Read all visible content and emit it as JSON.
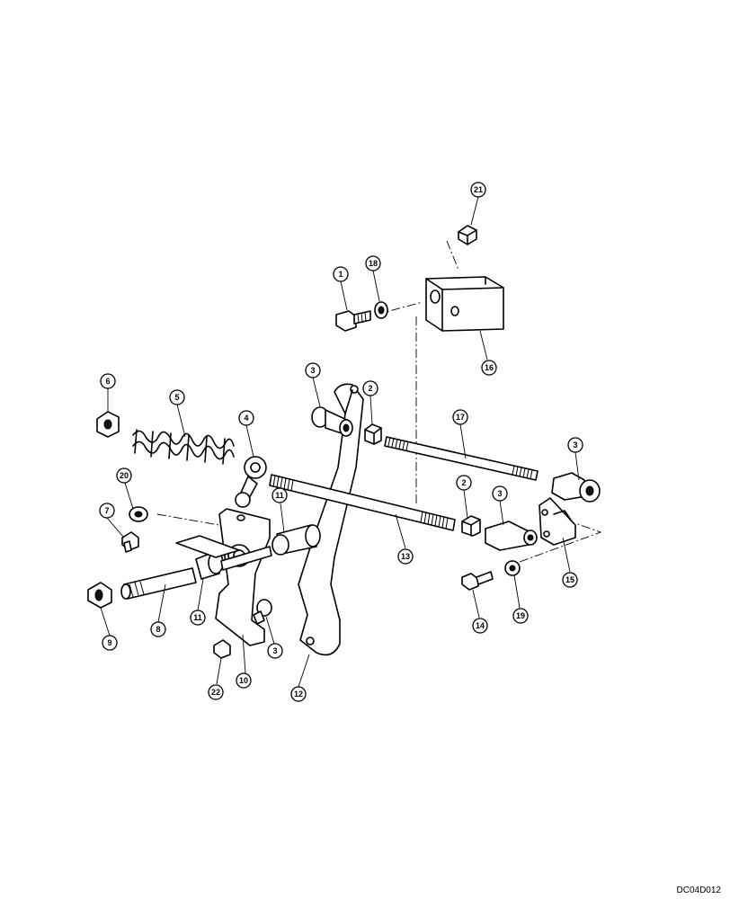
{
  "drawing_code": "DC04D012",
  "callouts": [
    "21",
    "1",
    "18",
    "16",
    "3",
    "2",
    "17",
    "6",
    "5",
    "4",
    "3",
    "20",
    "11",
    "7",
    "2",
    "3",
    "13",
    "15",
    "9",
    "8",
    "11",
    "10",
    "3",
    "22",
    "12",
    "14",
    "19"
  ]
}
